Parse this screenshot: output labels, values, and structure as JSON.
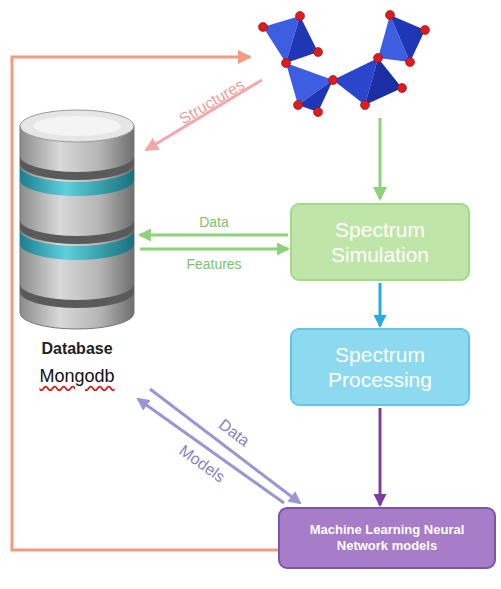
{
  "diagram": {
    "nodes": [
      {
        "text": [
          "Database",
          "Mongodb"
        ]
      },
      {
        "text": [
          "Spectrum Simulation"
        ]
      },
      {
        "text": [
          "Spectrum Processing"
        ]
      },
      {
        "text": [
          "Machine Learning Neural Network models"
        ]
      }
    ],
    "edges": [
      {
        "from": 1,
        "to": 0,
        "label": "Data",
        "arrow": "to"
      },
      {
        "from": 0,
        "to": 1,
        "label": "Features",
        "arrow": "to"
      },
      {
        "from": 1,
        "to": 2,
        "arrow": "to"
      },
      {
        "from": 2,
        "to": 3,
        "arrow": "to"
      },
      {
        "from": 0,
        "to": 3,
        "label": "Data",
        "arrow": "to"
      },
      {
        "from": 3,
        "to": 0,
        "label": "Models",
        "arrow": "to"
      }
    ],
    "labels": [
      "Structures"
    ]
  }
}
